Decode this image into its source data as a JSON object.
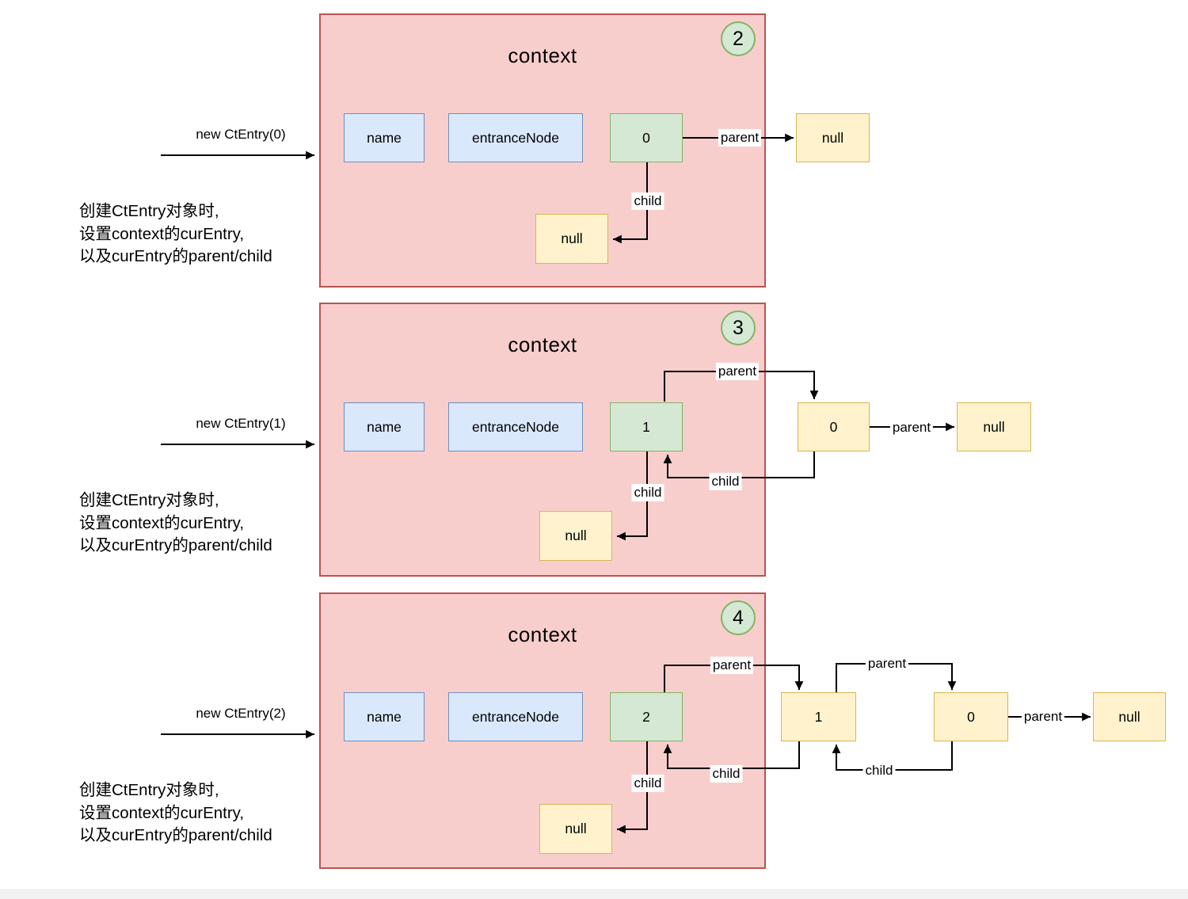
{
  "colors": {
    "panel_fill": "#f8cecc",
    "panel_border": "#b85450",
    "field_fill": "#dae8fc",
    "field_border": "#6c8ebf",
    "cur_entry_fill": "#d5e8d4",
    "cur_entry_border": "#82b366",
    "node_fill": "#fff2cc",
    "node_border": "#d6b656",
    "wire": "#000000"
  },
  "panels": [
    {
      "badge": "2",
      "title": "context",
      "call_label": "new CtEntry(0)",
      "notes": [
        "创建CtEntry对象时,",
        "设置context的curEntry,",
        "以及curEntry的parent/child"
      ],
      "fields": {
        "name": "name",
        "entrance": "entranceNode",
        "cur_entry": "0"
      },
      "inner_null": "null",
      "outer_null": "null",
      "parent_label": "parent",
      "child_label": "child",
      "chain": []
    },
    {
      "badge": "3",
      "title": "context",
      "call_label": "new CtEntry(1)",
      "notes": [
        "创建CtEntry对象时,",
        "设置context的curEntry,",
        "以及curEntry的parent/child"
      ],
      "fields": {
        "name": "name",
        "entrance": "entranceNode",
        "cur_entry": "1"
      },
      "inner_null": "null",
      "outer_null": "null",
      "parent_label": "parent",
      "child_label": "child",
      "chain": [
        {
          "value": "0"
        }
      ]
    },
    {
      "badge": "4",
      "title": "context",
      "call_label": "new CtEntry(2)",
      "notes": [
        "创建CtEntry对象时,",
        "设置context的curEntry,",
        "以及curEntry的parent/child"
      ],
      "fields": {
        "name": "name",
        "entrance": "entranceNode",
        "cur_entry": "2"
      },
      "inner_null": "null",
      "outer_null": "null",
      "parent_label": "parent",
      "child_label": "child",
      "chain": [
        {
          "value": "1"
        },
        {
          "value": "0"
        }
      ]
    }
  ]
}
